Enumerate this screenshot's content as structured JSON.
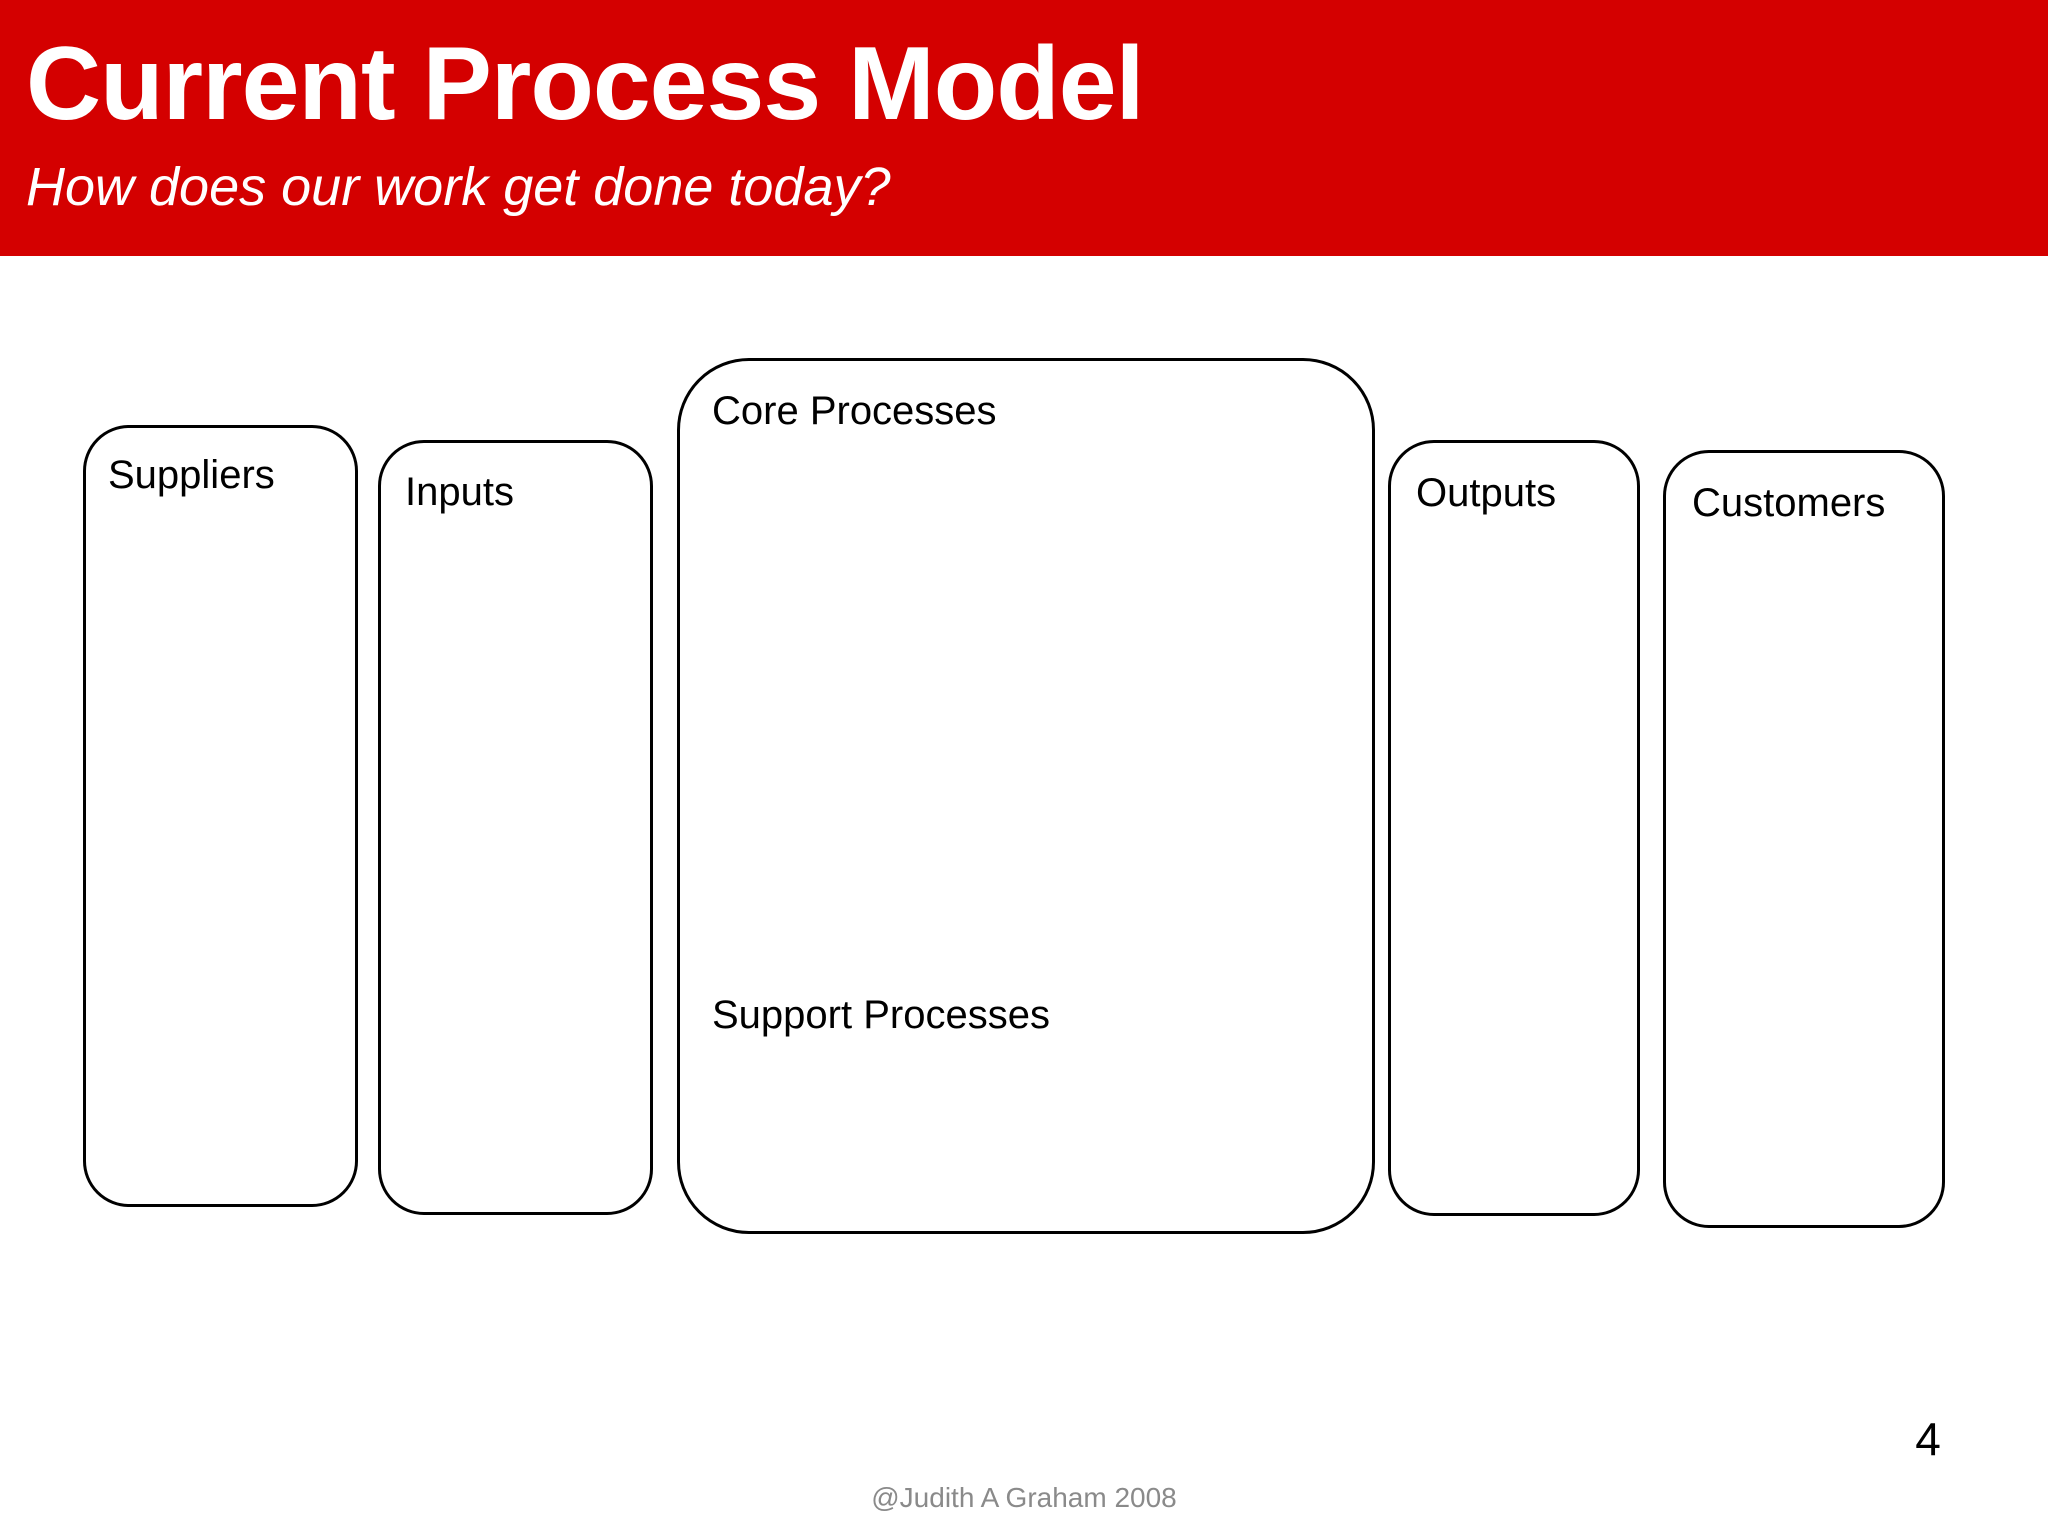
{
  "slide": {
    "title": "Current Process Model",
    "subtitle": "How does our work get done today?",
    "banner_color": "#d40000",
    "title_color": "#ffffff",
    "background_color": "#ffffff",
    "page_number": "4",
    "credit": "@Judith A Graham 2008",
    "credit_color": "#8a8a8a"
  },
  "diagram": {
    "type": "SIPOC process model",
    "box_stroke_color": "#000000",
    "box_fill_color": "#ffffff",
    "boxes": [
      {
        "id": "suppliers",
        "label": "Suppliers",
        "contents": []
      },
      {
        "id": "inputs",
        "label": "Inputs",
        "contents": []
      },
      {
        "id": "core",
        "label": "Core Processes",
        "secondary_label": "Support Processes",
        "contents": []
      },
      {
        "id": "outputs",
        "label": "Outputs",
        "contents": []
      },
      {
        "id": "customers",
        "label": "Customers",
        "contents": []
      }
    ]
  }
}
